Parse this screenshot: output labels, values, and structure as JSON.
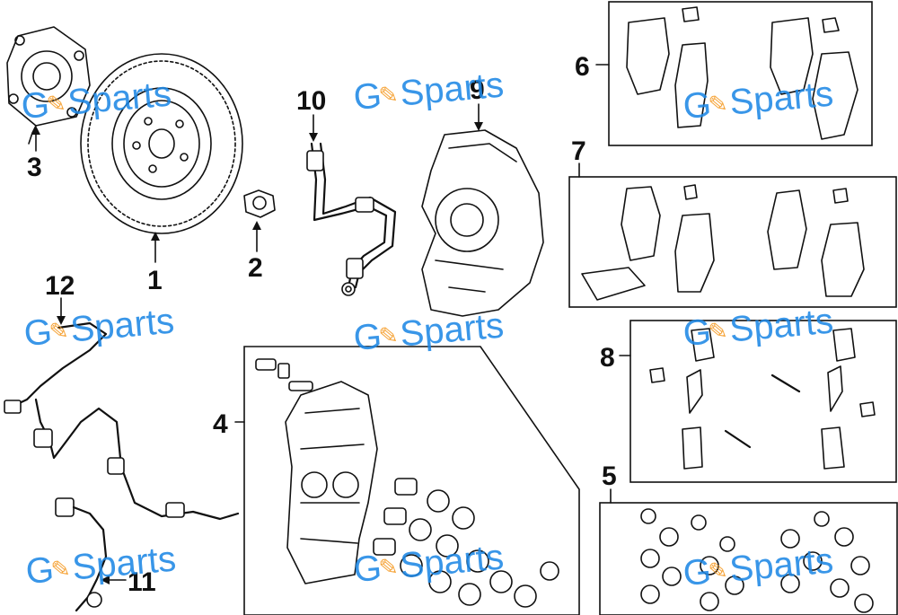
{
  "watermark_text": "Sparts",
  "watermark_letter": "G",
  "callouts": {
    "c1": "1",
    "c2": "2",
    "c3": "3",
    "c4": "4",
    "c5": "5",
    "c6": "6",
    "c7": "7",
    "c8": "8",
    "c9": "9",
    "c10": "10",
    "c11": "11",
    "c12": "12"
  },
  "colors": {
    "watermark": "#1e88e5",
    "watermark_wrench": "#f59a23",
    "linework": "#111111"
  }
}
